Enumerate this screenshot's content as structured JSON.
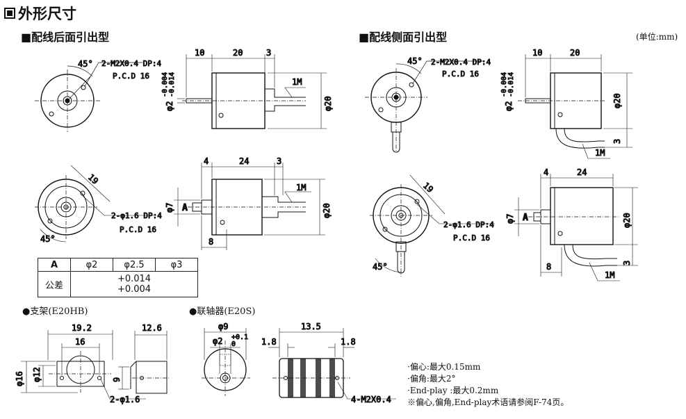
{
  "heading": "外形尺寸",
  "section_rear": "■配线后面引出型",
  "section_side": "■配线侧面引出型",
  "unit": "(单位:mm)",
  "dims": {
    "d10": "10",
    "d20": "20",
    "d3": "3",
    "d4": "4",
    "d24": "24",
    "d8": "8",
    "d19": "19",
    "d45": "45°",
    "phi20": "φ20",
    "phi7": "φ7",
    "phi2": "φ2",
    "phi2_tol": "-0.004",
    "phi2_tol2": "-0.014",
    "cable": "1M",
    "tap1": "2-M2X0.4 DP:4",
    "pcd": "P.C.D 16",
    "tap2": "2-φ1.6 DP:4",
    "a": "A"
  },
  "tolerance_table": {
    "header": [
      "A",
      "φ2",
      "φ2.5",
      "φ3"
    ],
    "row_label": "公差",
    "row_value_1": "+0.014",
    "row_value_2": "+0.004"
  },
  "bracket": {
    "title": "●支架(E20HB)",
    "d19_2": "19.2",
    "d16": "16",
    "d12_6": "12.6",
    "phi16": "φ16",
    "phi12": "φ12",
    "d9": "9",
    "holes": "2-φ1.6"
  },
  "coupling": {
    "title": "●联轴器(E20S)",
    "phi9": "φ9",
    "phi2": "φ2",
    "phi2_tol": "+0.1",
    "phi2_tol2": "0",
    "d13_5": "13.5",
    "d1_8": "1.8",
    "screws": "4-M2X0.4"
  },
  "notes": [
    "·偏心:最大0.15mm",
    "·偏角:最大2°",
    "·End-play :最大0.2mm",
    "※偏心,偏角,End-play术语请参阅F-74页。"
  ]
}
